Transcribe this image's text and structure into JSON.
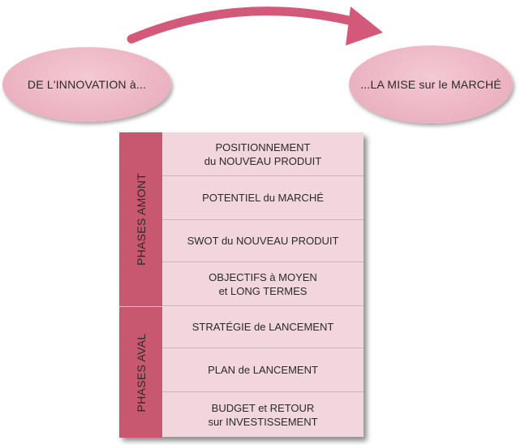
{
  "ellipses": {
    "left_label": "DE L'INNOVATION à...",
    "right_label": "...LA MISE sur le MARCHÉ"
  },
  "phases": {
    "amont_label": "PHASES AMONT",
    "aval_label": "PHASES AVAL"
  },
  "steps": [
    "POSITIONNEMENT\ndu NOUVEAU PRODUIT",
    "POTENTIEL du MARCHÉ",
    "SWOT du NOUVEAU PRODUIT",
    "OBJECTIFS à MOYEN\net LONG TERMES",
    "STRATÉGIE de LANCEMENT",
    "PLAN de LANCEMENT",
    "BUDGET et RETOUR\nsur INVESTISSEMENT"
  ],
  "colors": {
    "ellipse": "#ebb2c0",
    "arrow": "#d4587a",
    "side_band": "#c8586f",
    "cell": "#f2d6dd"
  }
}
